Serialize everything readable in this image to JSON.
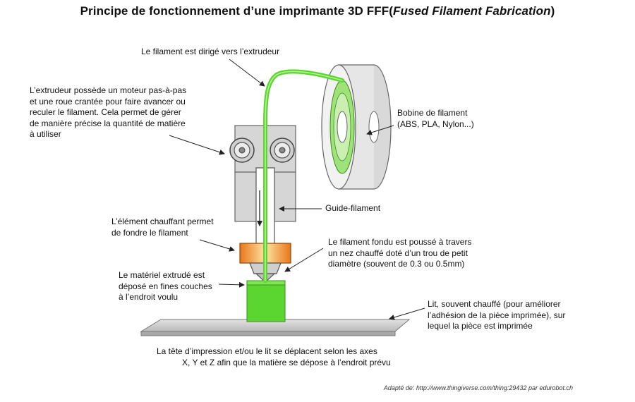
{
  "title": {
    "main": "Principe de fonctionnement d’une imprimante 3D FFF(",
    "italic": "Fused Filament Fabrication",
    "close": ")"
  },
  "labels": {
    "filament_direction": "Le filament est dirigé vers l’extrudeur",
    "extruder": [
      "L’extrudeur possède un moteur pas-à-pas",
      "et une roue crantée pour faire avancer ou",
      "reculer le filament. Cela permet de gérer",
      "de manière précise la quantité de matière",
      "à utiliser"
    ],
    "spool": [
      "Bobine de filament",
      "(ABS, PLA, Nylon...)"
    ],
    "guide": "Guide-filament",
    "heater": [
      "L’élément chauffant permet",
      "de fondre le filament"
    ],
    "nozzle": [
      "Le filament fondu est poussé à travers",
      "un nez chauffé doté d’un trou de petit",
      "diamètre (souvent de 0.3 ou 0.5mm)"
    ],
    "extruded": [
      "Le matériel extrudé est",
      "déposé en fines couches",
      "à l’endroit voulu"
    ],
    "bed": [
      "Lit, souvent chauffé (pour améliorer",
      "l’adhésion de la pièce imprimée), sur",
      "lequel la pièce est imprimée"
    ],
    "movement": [
      "La tête d’impression et/ou le lit se déplacent selon les axes",
      "X, Y et Z afin que la matière se dépose à l’endroit prévu"
    ]
  },
  "credit": "Adapté de: http://www.thingiverse.com/thing:29432 par edurobot.ch",
  "colors": {
    "filament": "#66dd33",
    "print_part": "#5bd631",
    "heater_outer": "#f08a2a",
    "heater_inner": "#ffd98a",
    "body_gray": "#d6d6d6",
    "bed_gray": "#cfcfcf",
    "spool_gray": "#e6e6e6"
  }
}
